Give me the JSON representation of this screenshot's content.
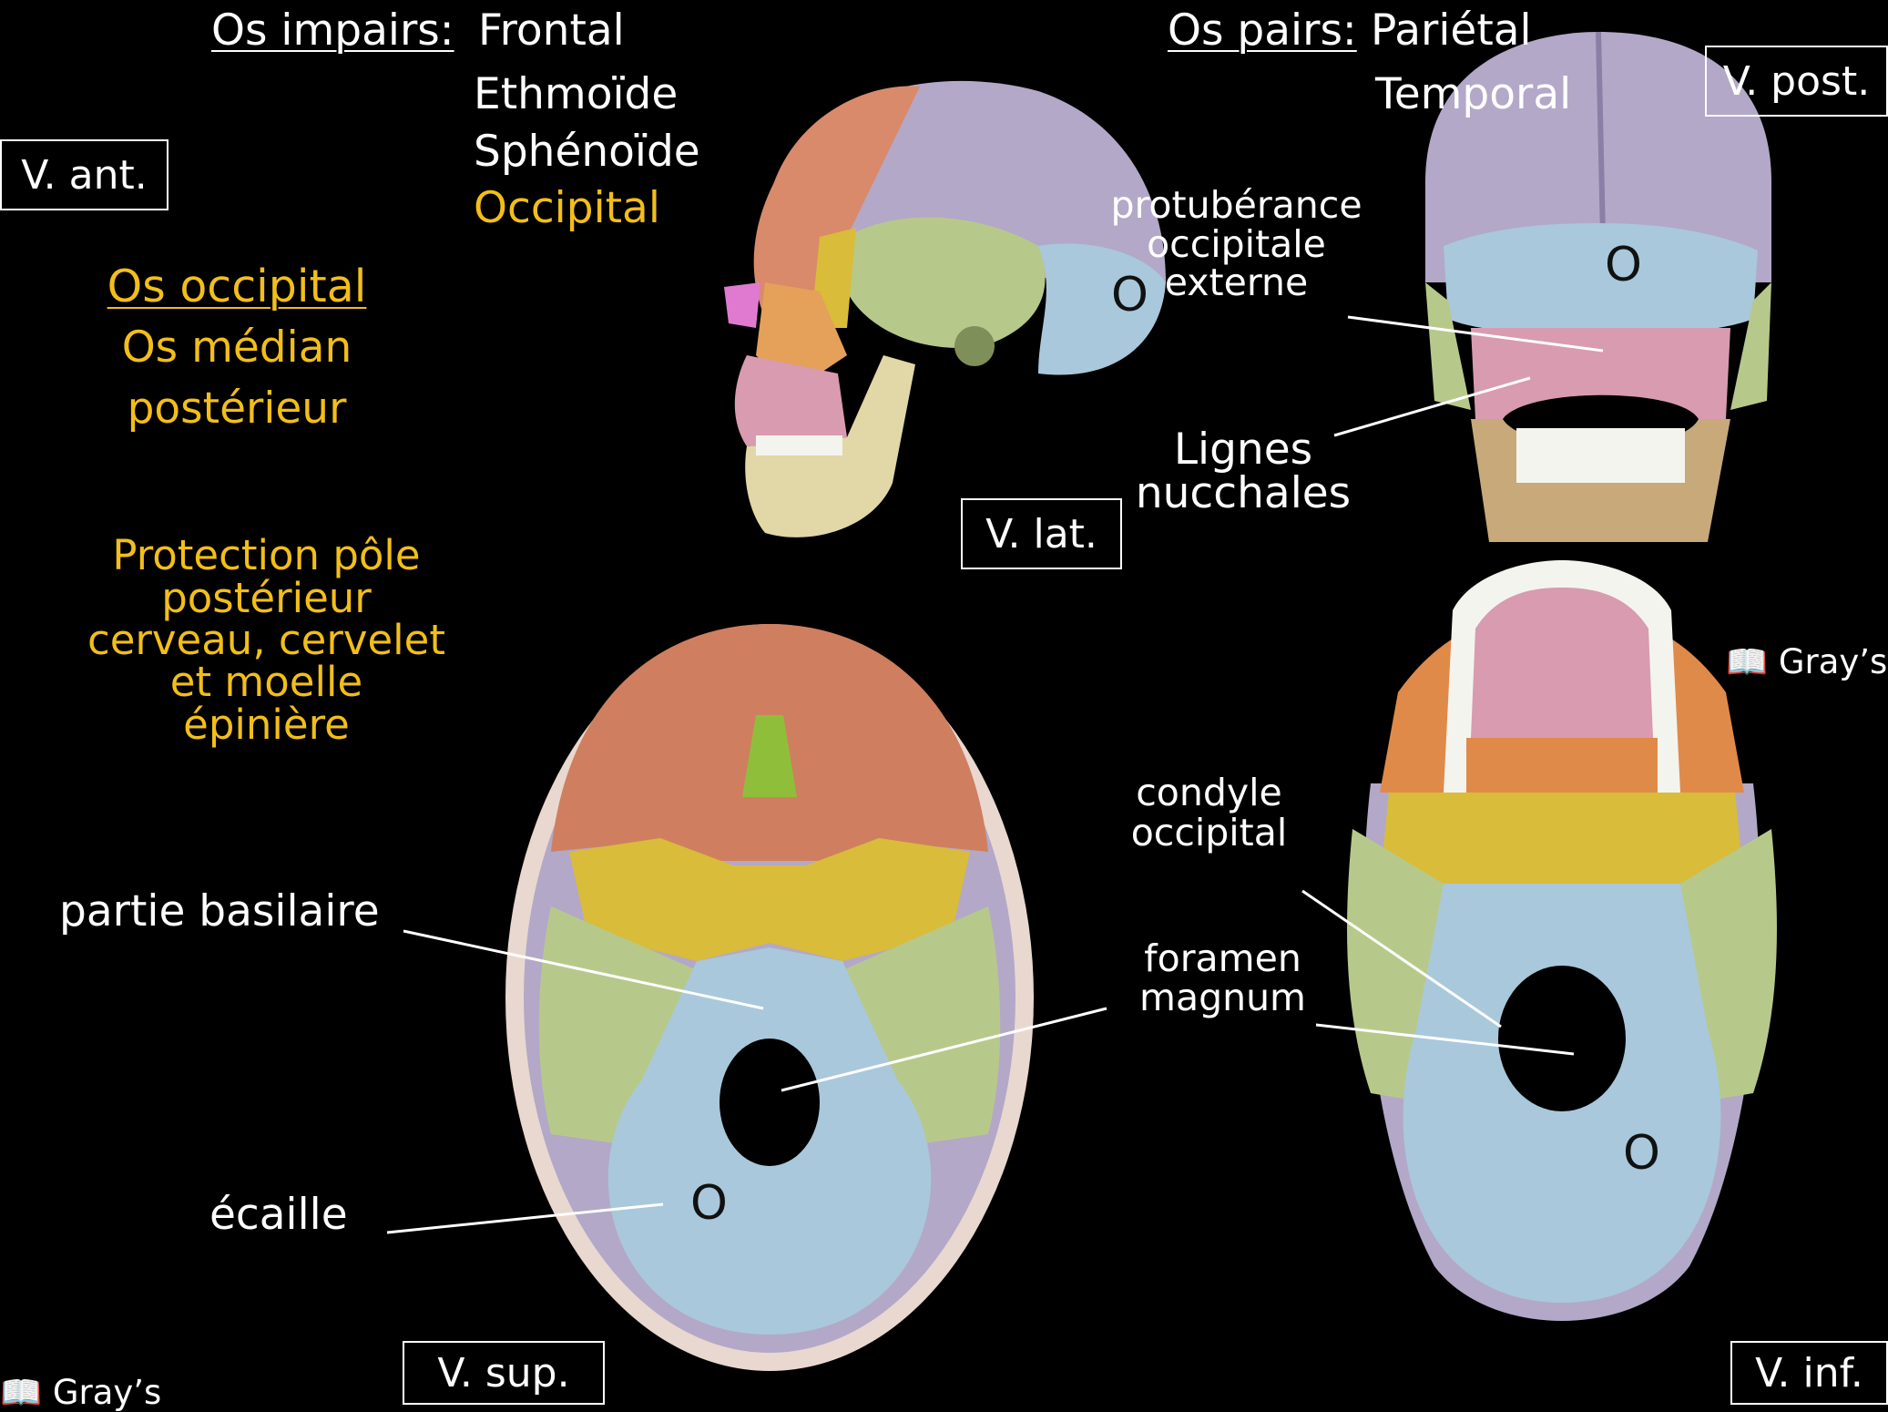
{
  "header": {
    "impairs_label": "Os impairs:",
    "impairs_bones": [
      "Frontal",
      "Ethmoïde",
      "Sphénoïde",
      "Occipital"
    ],
    "pairs_label": "Os pairs:",
    "pairs_bones": [
      "Pariétal",
      "Temporal"
    ]
  },
  "view_labels": {
    "anterior": "V. ant.",
    "posterior": "V. post.",
    "lateral": "V. lat.",
    "superior": "V. sup.",
    "inferior": "V. inf."
  },
  "sidebar": {
    "title": "Os occipital",
    "subtitle_lines": [
      "Os médian",
      "postérieur"
    ],
    "function_lines": [
      "Protection pôle",
      "postérieur",
      "cerveau, cervelet",
      "et moelle",
      "épinière"
    ]
  },
  "annotations": {
    "protuberance": [
      "protubérance",
      "occipitale",
      "externe"
    ],
    "lignes": [
      "Lignes",
      "nucchales"
    ],
    "partie_basilaire": "partie basilaire",
    "ecaille": "écaille",
    "condyle": [
      "condyle",
      "occipital"
    ],
    "foramen": [
      "foramen",
      "magnum"
    ],
    "o_mark": "O"
  },
  "credits": {
    "grays_right": "Gray’s",
    "grays_bottom": "Gray’s"
  },
  "colors": {
    "text_highlight": "#f2be1a",
    "frontal": "#cf7f5f",
    "parietal": "#b3a8c8",
    "temporal": "#b7c98a",
    "sphenoid": "#d9bc3a",
    "occipital": "#a9c8dc",
    "ethmoid": "#8fbf3a",
    "maxilla_pink": "#d89bb0",
    "mandible": "#e2d7a6"
  }
}
